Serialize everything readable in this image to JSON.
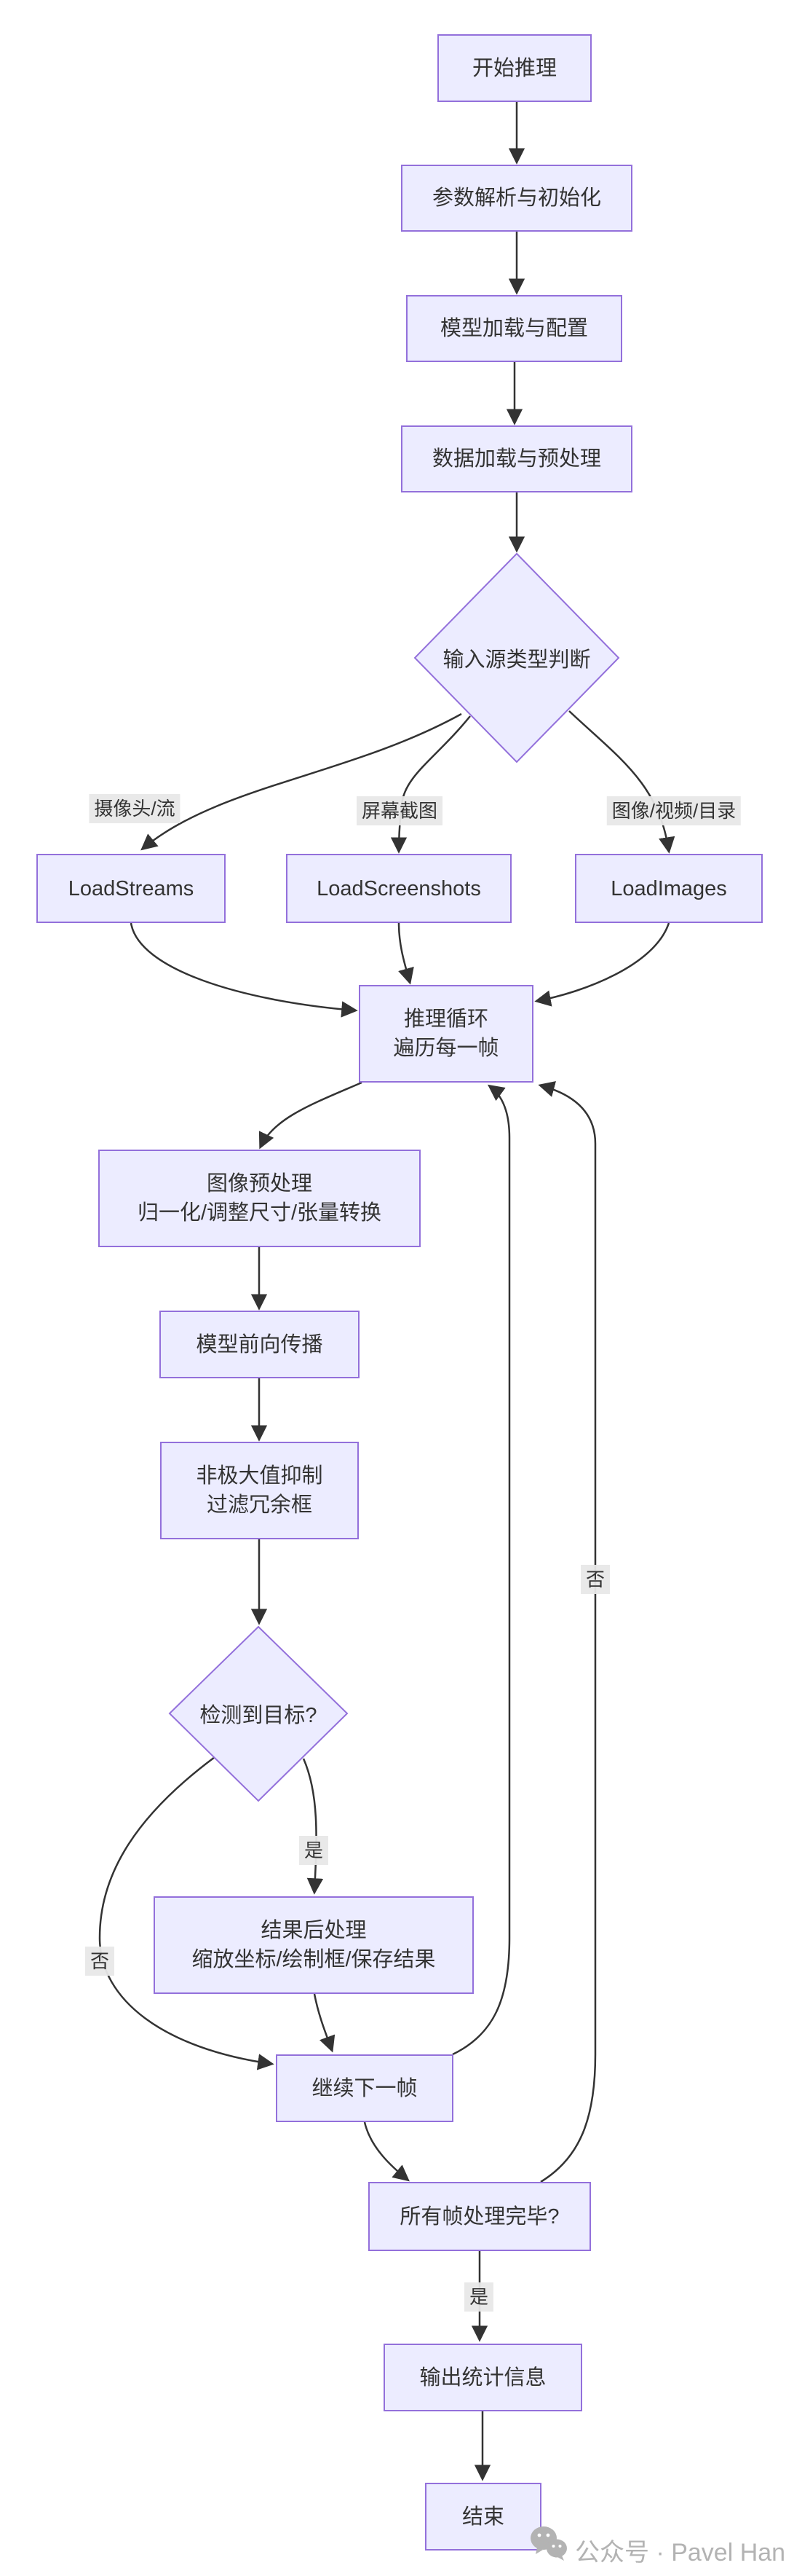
{
  "diagram": {
    "nodes": {
      "start": {
        "label": "开始推理"
      },
      "init": {
        "label": "参数解析与初始化"
      },
      "model_load": {
        "label": "模型加载与配置"
      },
      "data_load": {
        "label": "数据加载与预处理"
      },
      "source_type": {
        "label": "输入源类型判断"
      },
      "load_streams": {
        "label": "LoadStreams"
      },
      "load_screenshots": {
        "label": "LoadScreenshots"
      },
      "load_images": {
        "label": "LoadImages"
      },
      "infer_loop": {
        "lines": [
          "推理循环",
          "遍历每一帧"
        ]
      },
      "preprocess": {
        "lines": [
          "图像预处理",
          "归一化/调整尺寸/张量转换"
        ]
      },
      "forward": {
        "label": "模型前向传播"
      },
      "nms": {
        "lines": [
          "非极大值抑制",
          "过滤冗余框"
        ]
      },
      "detected": {
        "label": "检测到目标?"
      },
      "postprocess": {
        "lines": [
          "结果后处理",
          "缩放坐标/绘制框/保存结果"
        ]
      },
      "next_frame": {
        "label": "继续下一帧"
      },
      "all_frames_done": {
        "label": "所有帧处理完毕?"
      },
      "output_stats": {
        "label": "输出统计信息"
      },
      "end": {
        "label": "结束"
      }
    },
    "edge_labels": {
      "camera_stream": "摄像头/流",
      "screen_capture": "屏幕截图",
      "image_video_dir": "图像/视频/目录",
      "detected_yes": "是",
      "detected_no": "否",
      "frames_no": "否",
      "frames_yes": "是"
    },
    "colors": {
      "node_fill": "#ECECFF",
      "node_border": "#9370DB",
      "edge_stroke": "#333333",
      "edge_label_bg": "#e8e8e8",
      "text": "#333333",
      "watermark": "#b3b3b3",
      "background": "#ffffff"
    }
  },
  "watermark": {
    "icon": "wechat-icon",
    "text": "公众号 · Pavel Han"
  }
}
